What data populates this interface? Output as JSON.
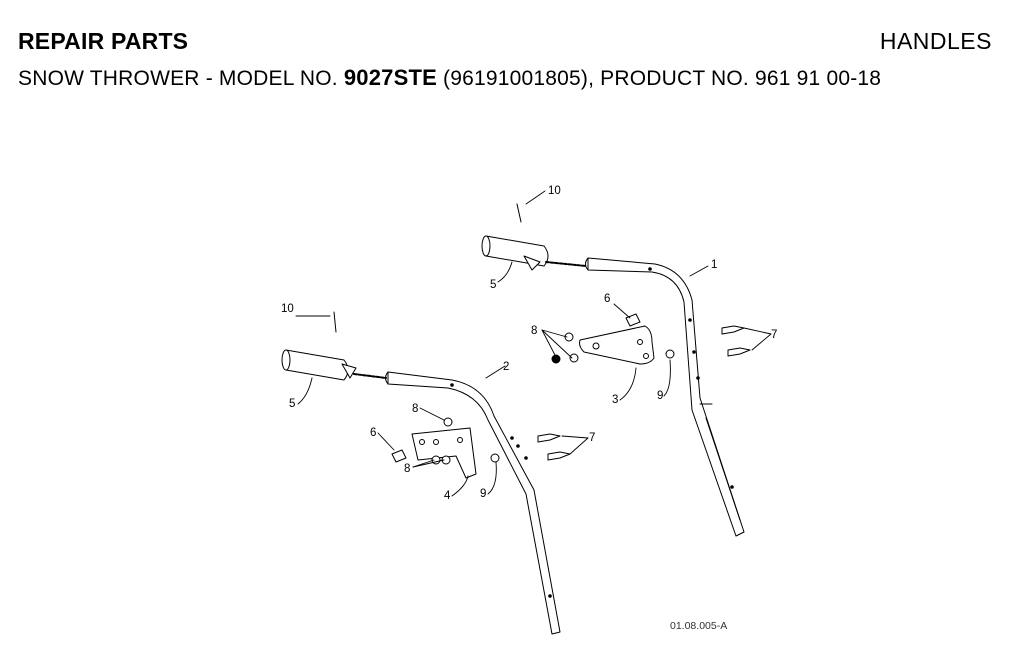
{
  "header": {
    "section_title": "REPAIR PARTS",
    "page_topic": "HANDLES",
    "subtitle_prefix": "SNOW THROWER - MODEL NO. ",
    "model_no": "9027STE",
    "subtitle_suffix": " (96191001805), PRODUCT NO. 961 91 00-18"
  },
  "diagram": {
    "callouts": {
      "c1": "1",
      "c2": "2",
      "c3": "3",
      "c4": "4",
      "c5a": "5",
      "c5b": "5",
      "c6a": "6",
      "c6b": "6",
      "c7a": "7",
      "c7b": "7",
      "c8a": "8",
      "c8b": "8",
      "c8c": "8",
      "c9a": "9",
      "c9b": "9",
      "c10a": "10",
      "c10b": "10"
    },
    "drawing_id": "01.08.005-A"
  }
}
